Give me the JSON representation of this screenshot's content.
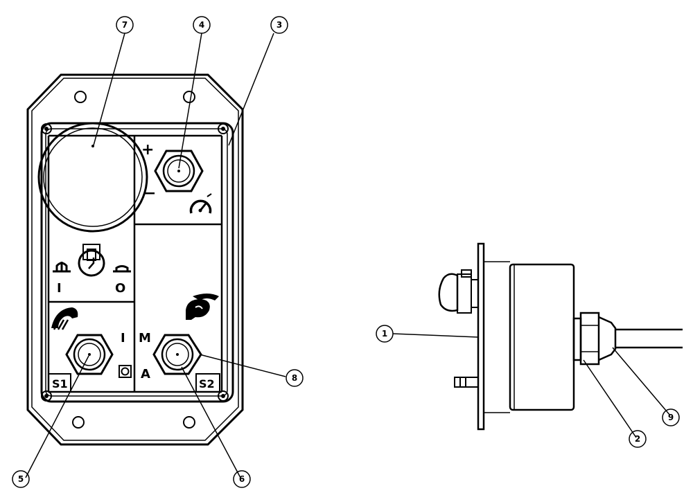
{
  "front_panel": {
    "labels": {
      "plus": "+",
      "minus": "−",
      "one_left": "I",
      "zero": "O",
      "one_right": "I",
      "mode_m": "M",
      "mode_a": "A",
      "s1": "S1",
      "s2": "S2"
    }
  },
  "callouts": [
    "1",
    "2",
    "3",
    "4",
    "5",
    "6",
    "7",
    "8",
    "9"
  ],
  "icons": [
    "speedometer-icon",
    "key-switch-icon",
    "water-spray-icon",
    "fan-icon",
    "push-button-up-icon",
    "push-button-down-icon"
  ]
}
